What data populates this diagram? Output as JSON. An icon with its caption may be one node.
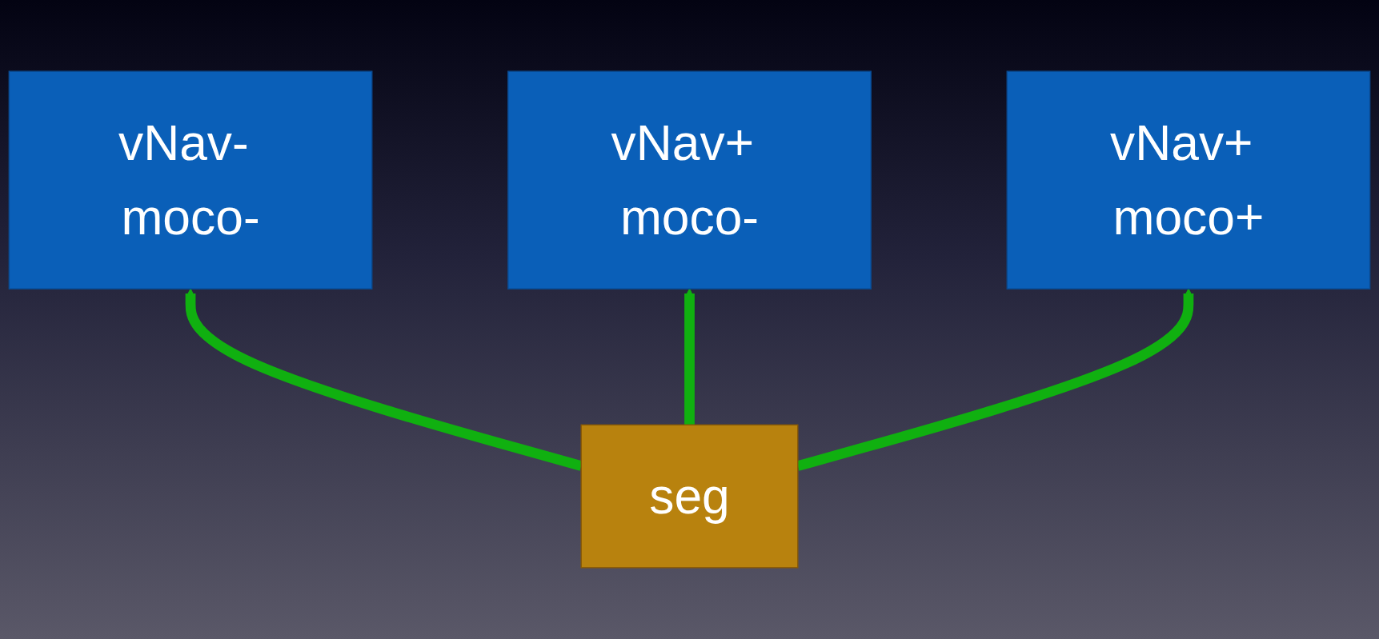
{
  "diagram": {
    "nodes": [
      {
        "text": [
          "vNav- moco-"
        ]
      },
      {
        "text": [
          "vNav+ moco-"
        ]
      },
      {
        "text": [
          "vNav+ moco+"
        ]
      },
      {
        "text": [
          "seg"
        ]
      }
    ],
    "edges": [
      {
        "from": 3,
        "to": 0,
        "arrow": "to"
      },
      {
        "from": 3,
        "to": 1,
        "arrow": "to"
      },
      {
        "from": 3,
        "to": 2,
        "arrow": "to"
      }
    ]
  }
}
